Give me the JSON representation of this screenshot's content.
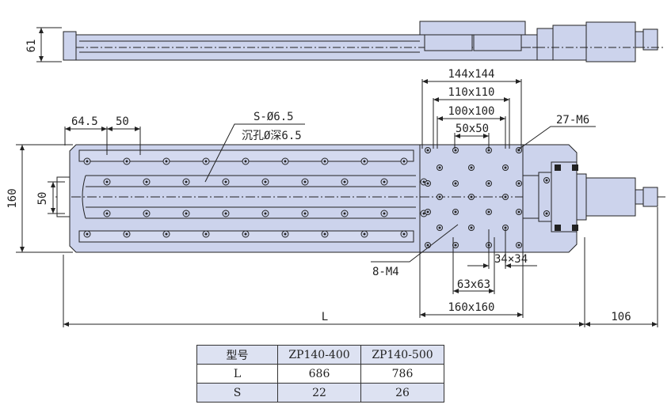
{
  "labels": {
    "height_61": "61",
    "dim_144": "144x144",
    "dim_110": "110x110",
    "dim_100": "100x100",
    "dim_50x50": "50x50",
    "dim_27m6": "27-M6",
    "dim_64_5": "64.5",
    "dim_50_top": "50",
    "hole_spec_1": "S-Ø6.5",
    "hole_spec_2": "沉孔Ø深6.5",
    "dim_160_left": "160",
    "dim_50_left": "50",
    "dim_8m4": "8-M4",
    "dim_34x34": "34×34",
    "dim_63x63": "63x63",
    "dim_160x160": "160x160",
    "dim_L": "L",
    "dim_106": "106"
  },
  "table": {
    "header": [
      "型号",
      "ZP140-400",
      "ZP140-500"
    ],
    "rows": [
      [
        "L",
        "686",
        "786"
      ],
      [
        "S",
        "22",
        "26"
      ]
    ]
  },
  "colors": {
    "body_fill": "#ccd3ec",
    "line": "#222222",
    "row_highlight": "#dde2f2"
  }
}
